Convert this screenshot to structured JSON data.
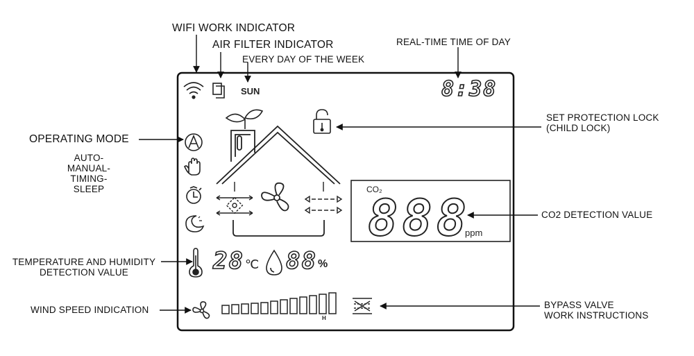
{
  "callouts": {
    "wifi": "WIFI WORK INDICATOR",
    "filter": "AIR FILTER INDICATOR",
    "day": "EVERY DAY OF THE WEEK",
    "time": "REAL-TIME TIME OF DAY",
    "lock_line1": "SET PROTECTION LOCK",
    "lock_line2": "(CHILD LOCK)",
    "mode": "OPERATING MODE",
    "modes": [
      "AUTO-",
      "MANUAL-",
      "TIMING-",
      "SLEEP"
    ],
    "co2": "CO2 DETECTION VALUE",
    "temp_line1": "TEMPERATURE AND HUMIDITY",
    "temp_line2": "DETECTION VALUE",
    "wind": "WIND SPEED INDICATION",
    "bypass_line1": "BYPASS VALVE",
    "bypass_line2": "WORK INSTRUCTIONS"
  },
  "display": {
    "day": "SUN",
    "time": "8:38",
    "co2_label": "CO₂",
    "co2_value": "888",
    "co2_unit": "ppm",
    "temperature": "28",
    "temp_unit": "℃",
    "humidity": "88",
    "humidity_unit": "%",
    "speed_high": "H"
  }
}
